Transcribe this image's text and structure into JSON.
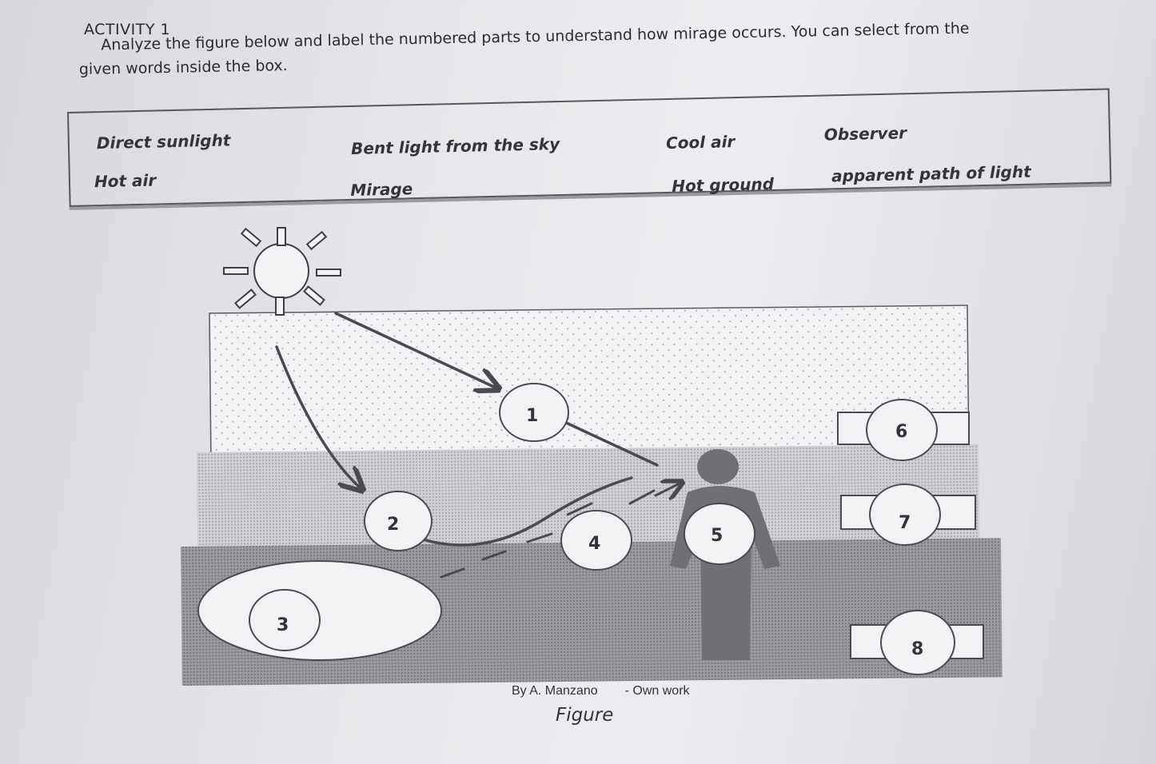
{
  "activity": {
    "title": "ACTIVITY 1",
    "instruction_line1": "Analyze the figure below and label the numbered parts to understand how mirage occurs. You can select from the",
    "instruction_line2": "given words inside the box."
  },
  "word_box": {
    "words": [
      "Direct sunlight",
      "Bent light from the sky",
      "Cool air",
      "Observer",
      "Hot air",
      "Mirage",
      "Hot ground",
      "apparent path of light"
    ]
  },
  "figure": {
    "labels": [
      "1",
      "2",
      "3",
      "4",
      "5",
      "6",
      "7",
      "8"
    ],
    "credit_author": "By A. Manzano",
    "credit_note": "- Own work",
    "caption": "Figure",
    "colors": {
      "cool_air": "#f1f1f3",
      "hot_air": "#c9cace",
      "hot_ground": "#8e8f94",
      "observer": "#6f7075",
      "ray": "#4a4a50"
    }
  }
}
